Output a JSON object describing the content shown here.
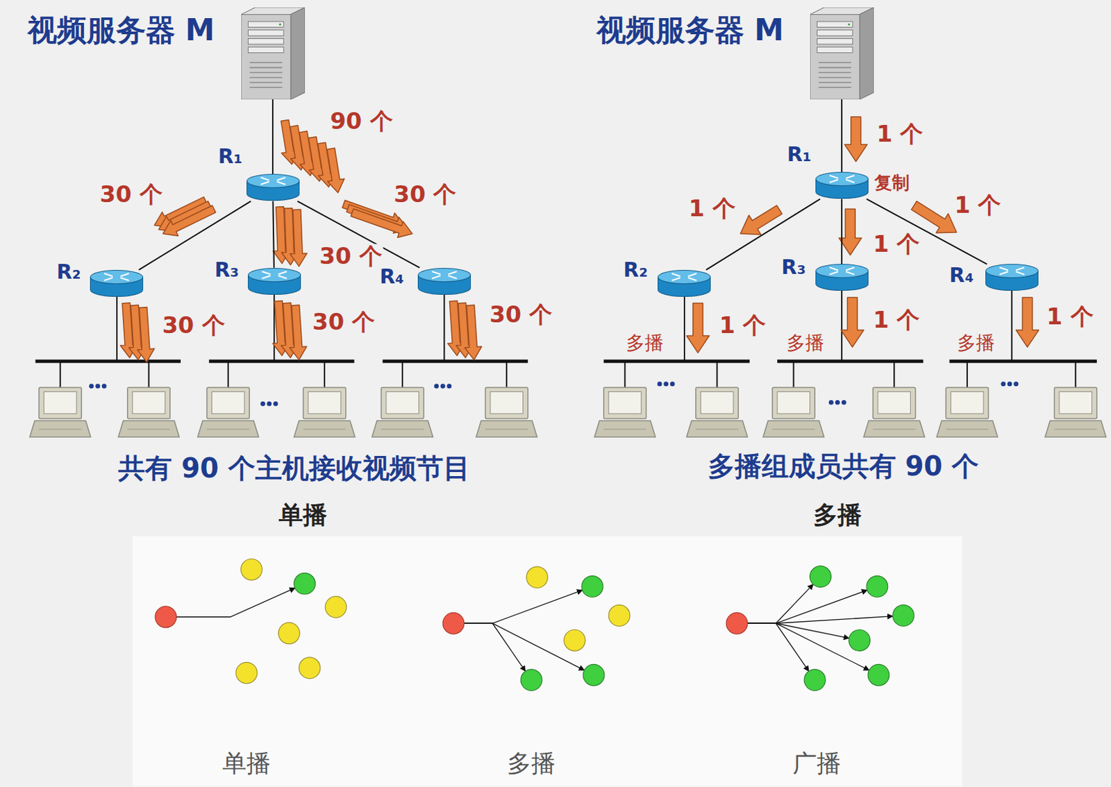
{
  "diagram": {
    "nodes": [
      {
        "text": [
          "视频服务器 M"
        ]
      },
      {
        "text": [
          "R₁"
        ]
      },
      {
        "text": [
          "R₂"
        ]
      },
      {
        "text": [
          "R₃"
        ]
      },
      {
        "text": [
          "R₄"
        ]
      },
      {
        "text": [
          "视频服务器 M"
        ]
      },
      {
        "text": [
          "R₁"
        ]
      },
      {
        "text": [
          "R₂"
        ]
      },
      {
        "text": [
          "R₃"
        ]
      },
      {
        "text": [
          "R₄"
        ]
      }
    ],
    "edges": [
      {
        "from": 0,
        "to": 1,
        "arrow": "none"
      },
      {
        "from": 1,
        "to": 2,
        "arrow": "none"
      },
      {
        "from": 1,
        "to": 3,
        "arrow": "none"
      },
      {
        "from": 1,
        "to": 4,
        "arrow": "none"
      },
      {
        "from": 5,
        "to": 6,
        "arrow": "none"
      },
      {
        "from": 6,
        "to": 7,
        "arrow": "none"
      },
      {
        "from": 6,
        "to": 8,
        "arrow": "none"
      },
      {
        "from": 6,
        "to": 9,
        "arrow": "none"
      }
    ],
    "labels": [
      "90 个",
      "30 个",
      "30 个",
      "30 个",
      "30 个",
      "30 个",
      "30 个",
      "共有 90 个主机接收视频节目",
      "单播",
      "1 个",
      "复制",
      "1 个",
      "1 个",
      "1 个",
      "多播",
      "1 个",
      "多播",
      "1 个",
      "多播",
      "1 个",
      "多播组成员共有 90 个",
      "多播",
      "单播",
      "多播",
      "广播"
    ]
  }
}
